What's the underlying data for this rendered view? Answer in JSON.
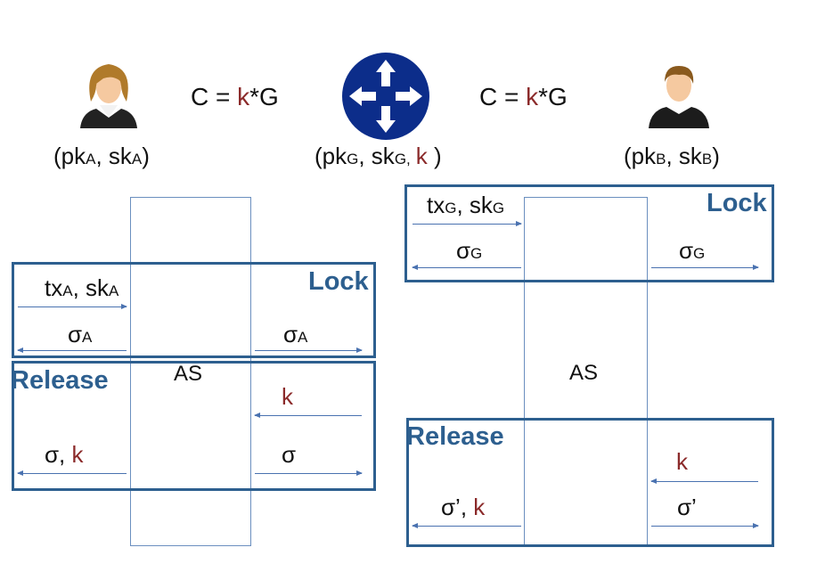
{
  "top": {
    "commit_left": {
      "pre": "C = ",
      "k": "k",
      "post": "*G"
    },
    "commit_right": {
      "pre": "C = ",
      "k": "k",
      "post": "*G"
    },
    "alice_keys": {
      "open": "(pk",
      "s1": "A",
      "mid": ", sk",
      "s2": "A",
      "close": ")"
    },
    "gateway_keys": {
      "open": "(pk",
      "s1": "G",
      "mid": ", sk",
      "s2": "G,",
      "k": "k",
      "close": " )"
    },
    "bob_keys": {
      "open": "(pk",
      "s1": "B",
      "mid": ", sk",
      "s2": "B",
      "close": ")"
    }
  },
  "left": {
    "as_label": "AS",
    "lock": {
      "title": "Lock",
      "in_label": {
        "tx": "tx",
        "s1": "A",
        "mid": ", sk",
        "s2": "A"
      },
      "out_left": {
        "sym": "σ",
        "s": "A"
      },
      "out_right": {
        "sym": "σ",
        "s": "A"
      }
    },
    "release": {
      "title": "Release",
      "in_k": "k",
      "out_left": {
        "sym": "σ, ",
        "k": "k"
      },
      "out_right": "σ"
    }
  },
  "right": {
    "as_label": "AS",
    "lock": {
      "title": "Lock",
      "in_label": {
        "tx": "tx",
        "s1": "G",
        "mid": ", sk",
        "s2": "G"
      },
      "out_left": {
        "sym": "σ",
        "s": "G"
      },
      "out_right": {
        "sym": "σ",
        "s": "G"
      }
    },
    "release": {
      "title": "Release",
      "in_k": "k",
      "out_left": {
        "sym": "σ’, ",
        "k": "k"
      },
      "out_right": "σ’"
    }
  },
  "colors": {
    "frame": "#2d5f8f",
    "secret": "#8b2a2a",
    "gateway_icon": "#0c2d8a",
    "arrow": "#4a72b0"
  },
  "icons": [
    "alice-avatar-icon",
    "gateway-router-icon",
    "bob-avatar-icon"
  ]
}
